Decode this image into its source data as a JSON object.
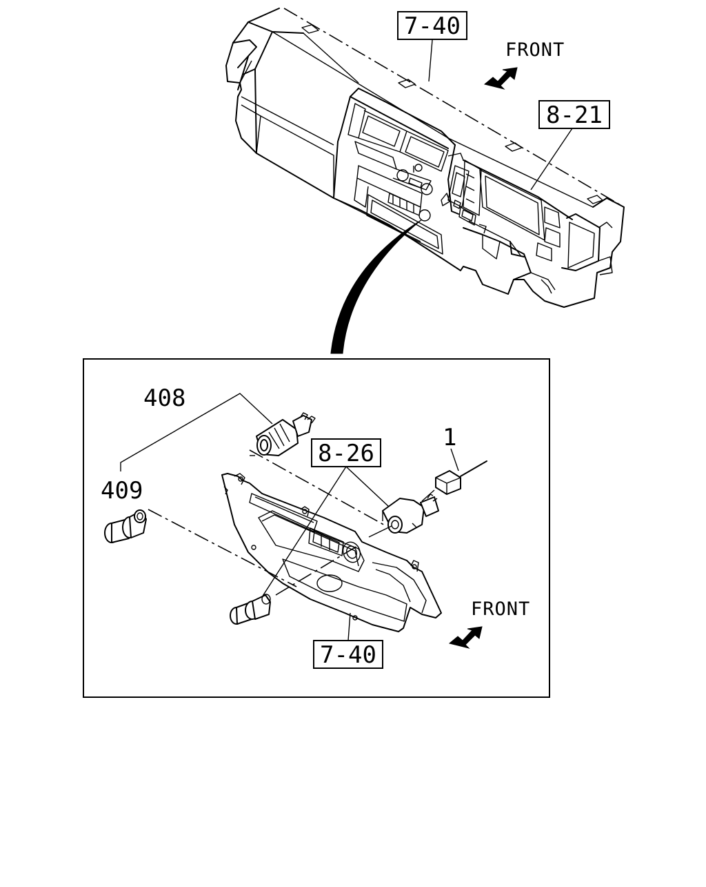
{
  "top_view": {
    "ref_7_40": "7-40",
    "ref_8_21": "8-21",
    "front_label": "FRONT"
  },
  "detail_view": {
    "part_408": "408",
    "part_409": "409",
    "ref_8_26": "8-26",
    "part_1": "1",
    "ref_7_40": "7-40",
    "front_label": "FRONT"
  },
  "icons": {
    "front_arrow": "front-arrow-icon"
  }
}
